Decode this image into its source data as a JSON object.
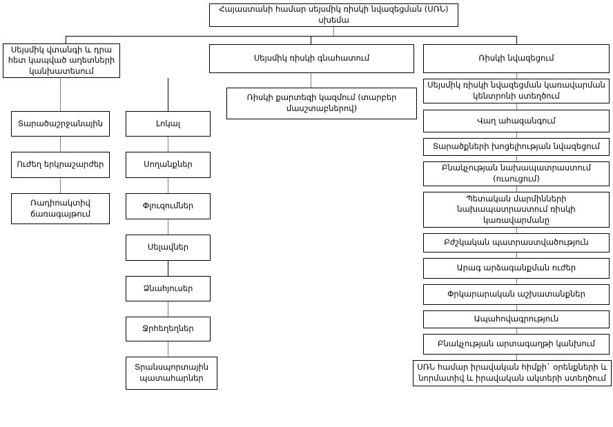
{
  "diagram": {
    "title_node": {
      "id": "root",
      "label": "Հայաստանի համար սեյսմիկ ռիսկի նվազեցման (ՍՌՆ) սխեմա"
    },
    "branches": [
      {
        "id": "branch-hazard-forecast",
        "label": "Սեյսմիկ վտանգի և դրա հետ կապված աղետների կանխատեսում"
      },
      {
        "id": "branch-risk-assessment",
        "label": "Սեյսմիկ ռիսկի գնահատում"
      },
      {
        "id": "branch-risk-reduction",
        "label": "Ռիսկի նվազեցում"
      }
    ],
    "column_regional": [
      {
        "id": "regional",
        "label": "Տարածաշրջանային"
      },
      {
        "id": "strong-earthquakes",
        "label": "Ուժեղ երկրաշարժեր"
      },
      {
        "id": "radioactive-radiation",
        "label": "Ռադիոակտիվ ճառագայթում"
      }
    ],
    "column_local": [
      {
        "id": "local",
        "label": "Լոկալ"
      },
      {
        "id": "landslides",
        "label": "Սողանքներ"
      },
      {
        "id": "collapses",
        "label": "Փլուզումներ"
      },
      {
        "id": "mudflows",
        "label": "Սելավներ"
      },
      {
        "id": "avalanches",
        "label": "Ձնահյուսեր"
      },
      {
        "id": "floods",
        "label": "Ջրհեղեղներ"
      },
      {
        "id": "transport-accidents",
        "label": "Տրանսպորտային պատահարներ"
      }
    ],
    "column_assessment": [
      {
        "id": "risk-map",
        "label": "Ռիսկի քարտեզի կազմում (տարբեր մասշտաբներով)"
      }
    ],
    "column_reduction": [
      {
        "id": "management-center",
        "label": "Սեյսմիկ ռիսկի նվազեցման կառավարման կենտրոնի ստեղծում"
      },
      {
        "id": "early-warning",
        "label": "Վաղ ահազանգում"
      },
      {
        "id": "vulnerability-reduction",
        "label": "Տարածքների խոցելիության նվազեցում"
      },
      {
        "id": "public-preparedness",
        "label": "Բնակչության նախապատրաստում (ուսուցում)"
      },
      {
        "id": "state-bodies-preparedness",
        "label": "Պետական մարմինների նախապատրաստում ռիսկի կառավարմանը"
      },
      {
        "id": "medical-preparedness",
        "label": "Բժշկական պատրաստվածություն"
      },
      {
        "id": "rapid-response-forces",
        "label": "Արագ արձագանքման ուժեր"
      },
      {
        "id": "rescue-works",
        "label": "Փրկարարական աշխատանքներ"
      },
      {
        "id": "insurance",
        "label": "Ապահովագրություն"
      },
      {
        "id": "prevent-emigration",
        "label": "Բնակչության արտագաղթի կանխում"
      },
      {
        "id": "legal-framework",
        "label": "ՍՌՆ համար իրավական հիմքի` օրենքների և նորմատիվ և իրավական ակտերի ստեղծում"
      }
    ]
  },
  "colors": {
    "box_border": "#000000",
    "connector_gray": "#808080",
    "connector_black": "#000000",
    "background": "#ffffff",
    "text": "#000000"
  }
}
